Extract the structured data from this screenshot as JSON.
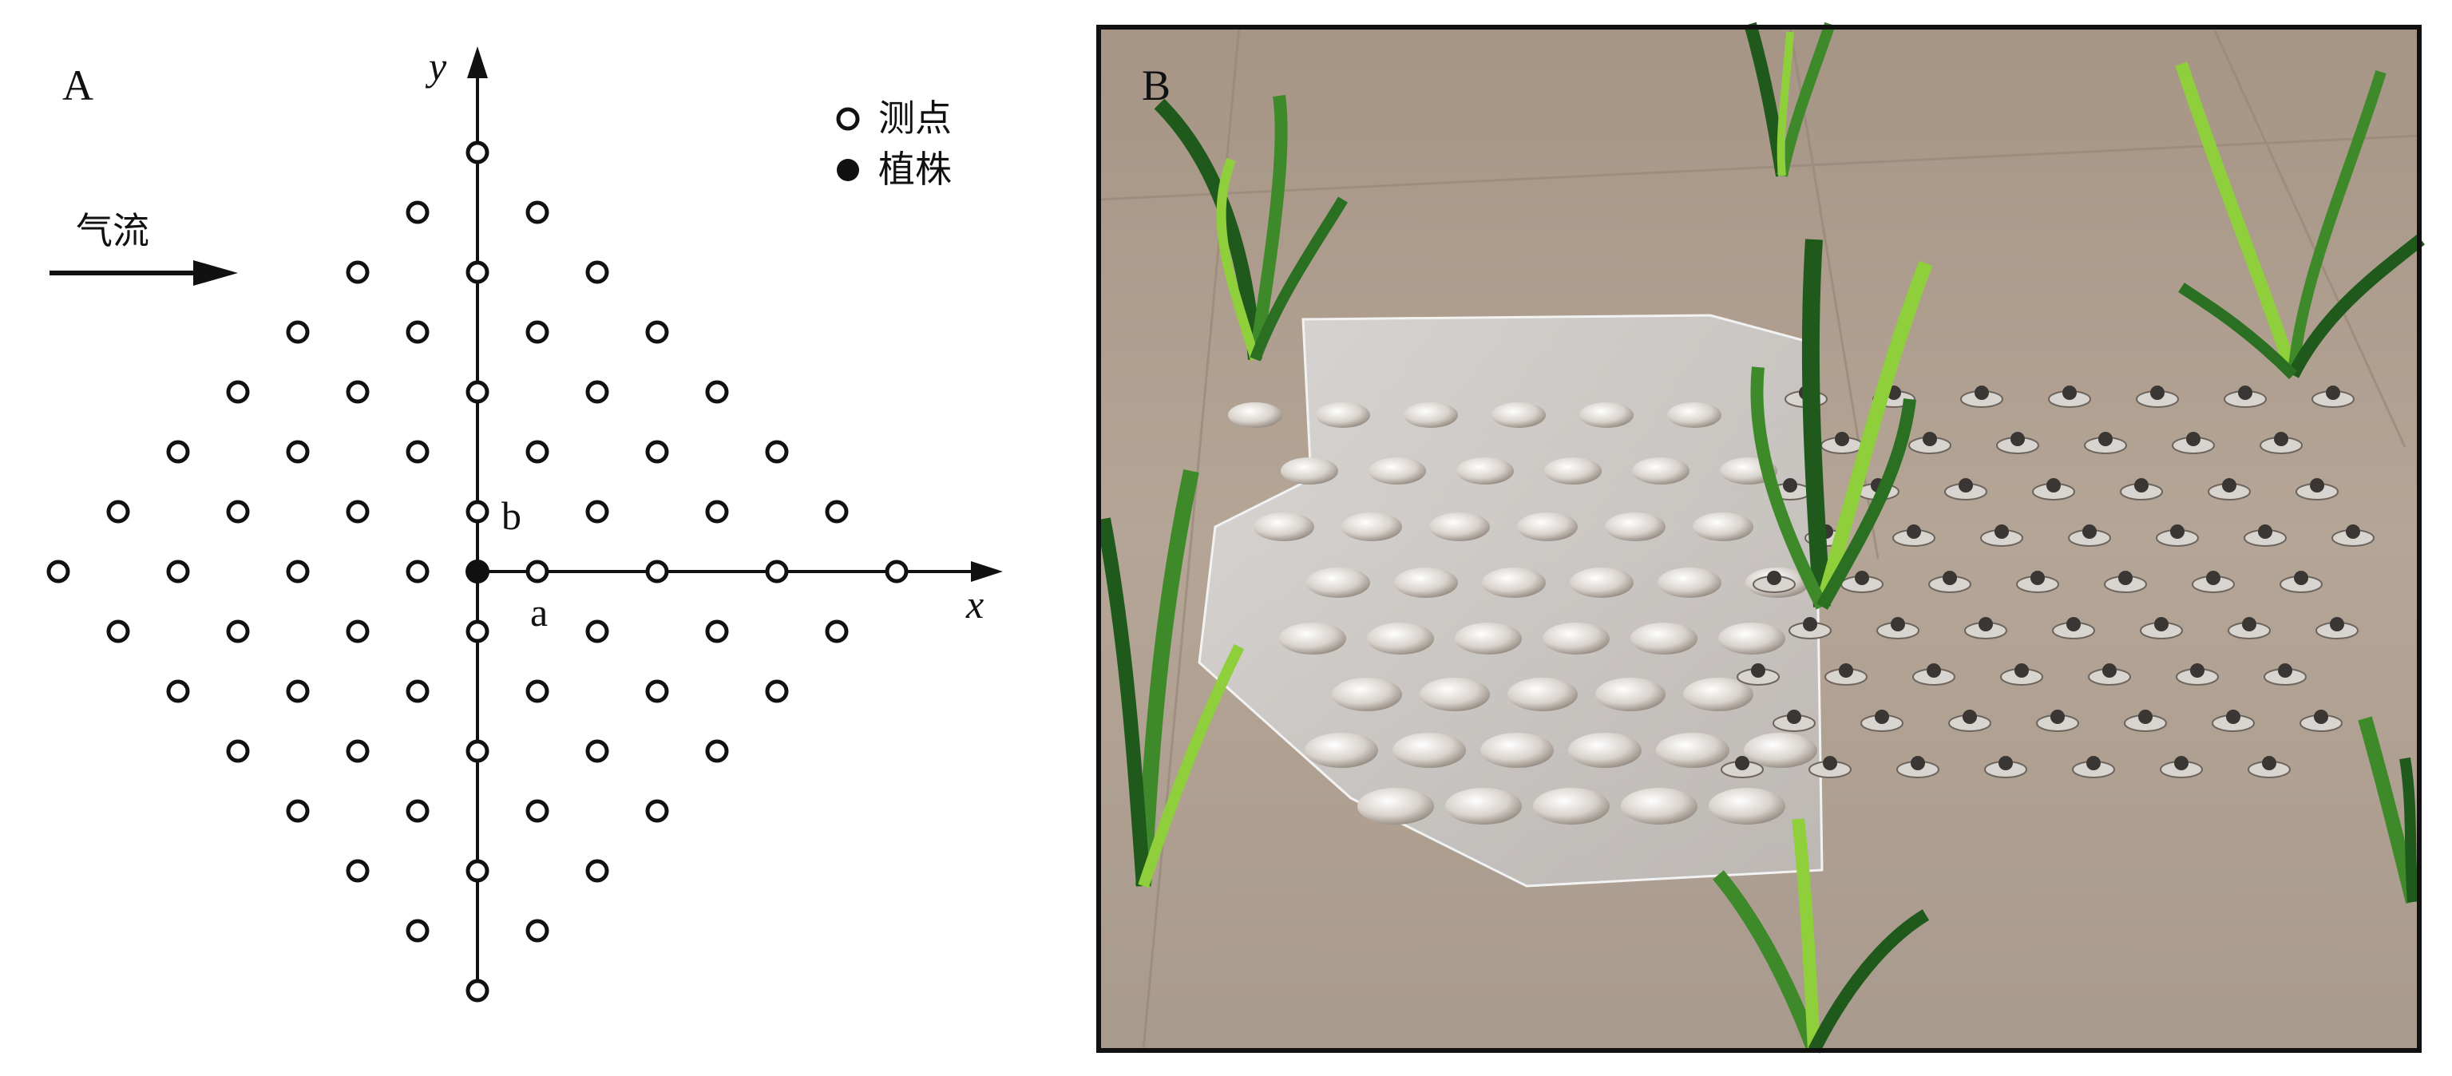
{
  "panel_a": {
    "label": "A",
    "x_axis_label": "x",
    "y_axis_label": "y",
    "point_a_label": "a",
    "point_b_label": "b",
    "airflow_label": "气流",
    "legend": {
      "measure_point": "测点",
      "plant": "植株"
    },
    "grid": {
      "measure_points": [
        [
          0,
          7
        ],
        [
          -1,
          6
        ],
        [
          1,
          6
        ],
        [
          -2,
          5
        ],
        [
          0,
          5
        ],
        [
          2,
          5
        ],
        [
          -3,
          4
        ],
        [
          -1,
          4
        ],
        [
          1,
          4
        ],
        [
          3,
          4
        ],
        [
          -4,
          3
        ],
        [
          -2,
          3
        ],
        [
          0,
          3
        ],
        [
          2,
          3
        ],
        [
          4,
          3
        ],
        [
          -5,
          2
        ],
        [
          -3,
          2
        ],
        [
          -1,
          2
        ],
        [
          1,
          2
        ],
        [
          3,
          2
        ],
        [
          5,
          2
        ],
        [
          -6,
          1
        ],
        [
          -4,
          1
        ],
        [
          -2,
          1
        ],
        [
          0,
          1
        ],
        [
          2,
          1
        ],
        [
          4,
          1
        ],
        [
          6,
          1
        ],
        [
          -7,
          0
        ],
        [
          -5,
          0
        ],
        [
          -3,
          0
        ],
        [
          -1,
          0
        ],
        [
          1,
          0
        ],
        [
          3,
          0
        ],
        [
          5,
          0
        ],
        [
          7,
          0
        ],
        [
          -6,
          -1
        ],
        [
          -4,
          -1
        ],
        [
          -2,
          -1
        ],
        [
          0,
          -1
        ],
        [
          2,
          -1
        ],
        [
          4,
          -1
        ],
        [
          6,
          -1
        ],
        [
          -5,
          -2
        ],
        [
          -3,
          -2
        ],
        [
          -1,
          -2
        ],
        [
          1,
          -2
        ],
        [
          3,
          -2
        ],
        [
          5,
          -2
        ],
        [
          -4,
          -3
        ],
        [
          -2,
          -3
        ],
        [
          0,
          -3
        ],
        [
          2,
          -3
        ],
        [
          4,
          -3
        ],
        [
          -3,
          -4
        ],
        [
          -1,
          -4
        ],
        [
          1,
          -4
        ],
        [
          3,
          -4
        ],
        [
          -2,
          -5
        ],
        [
          0,
          -5
        ],
        [
          2,
          -5
        ],
        [
          -1,
          -6
        ],
        [
          1,
          -6
        ],
        [
          0,
          -7
        ]
      ],
      "plant_point": [
        0,
        0
      ]
    }
  },
  "panel_b": {
    "label": "B",
    "colors": {
      "floor": "#b3a394",
      "film": "#d9dde0",
      "leaf_dark": "#1f5a1c",
      "leaf_light": "#8fcf3c"
    }
  }
}
